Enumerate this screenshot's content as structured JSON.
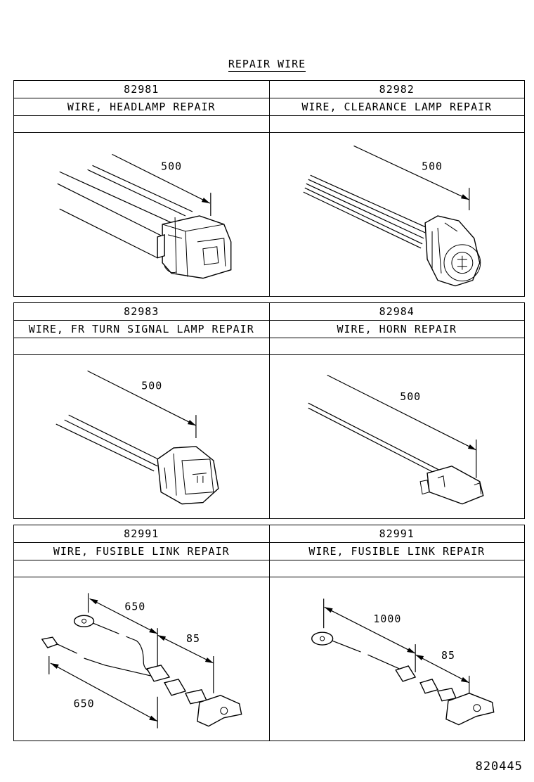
{
  "title": "REPAIR WIRE",
  "page_number": "820445",
  "blocks": [
    {
      "left": {
        "part_no": "82981",
        "name": "WIRE, HEADLAMP REPAIR",
        "dims": [
          "500"
        ]
      },
      "right": {
        "part_no": "82982",
        "name": "WIRE, CLEARANCE LAMP REPAIR",
        "dims": [
          "500"
        ]
      }
    },
    {
      "left": {
        "part_no": "82983",
        "name": "WIRE, FR TURN SIGNAL LAMP REPAIR",
        "dims": [
          "500"
        ]
      },
      "right": {
        "part_no": "82984",
        "name": "WIRE, HORN REPAIR",
        "dims": [
          "500"
        ]
      }
    },
    {
      "left": {
        "part_no": "82991",
        "name": "WIRE, FUSIBLE LINK REPAIR",
        "dims": [
          "650",
          "85",
          "650"
        ]
      },
      "right": {
        "part_no": "82991",
        "name": "WIRE, FUSIBLE LINK REPAIR",
        "dims": [
          "1000",
          "85"
        ]
      }
    }
  ]
}
